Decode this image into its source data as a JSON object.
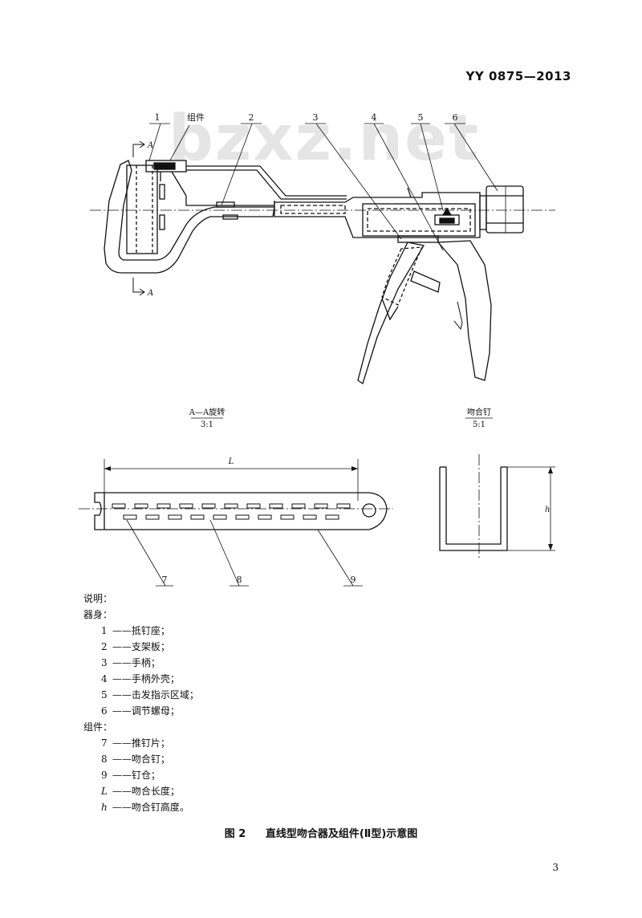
{
  "header": {
    "standard_code": "YY 0875—2013"
  },
  "watermark": "bzxz.net",
  "drawing": {
    "component_label": "组件",
    "callouts": [
      "1",
      "2",
      "3",
      "4",
      "5",
      "6",
      "7",
      "8",
      "9"
    ],
    "section_mark": "A",
    "section_view": {
      "title": "A—A旋转",
      "scale": "3:1"
    },
    "staple_view": {
      "title": "吻合钉",
      "scale": "5:1"
    },
    "dim_length": "L",
    "dim_height": "h"
  },
  "legend": {
    "title": "说明：",
    "groups": [
      {
        "heading": "器身：",
        "items": [
          {
            "num": "1",
            "text": "——抵钉座；"
          },
          {
            "num": "2",
            "text": "——支架板；"
          },
          {
            "num": "3",
            "text": "——手柄；"
          },
          {
            "num": "4",
            "text": "——手柄外壳；"
          },
          {
            "num": "5",
            "text": "——击发指示区域；"
          },
          {
            "num": "6",
            "text": "——调节螺母；"
          }
        ]
      },
      {
        "heading": "组件：",
        "items": [
          {
            "num": "7",
            "text": "——推钉片；"
          },
          {
            "num": "8",
            "text": "——吻合钉；"
          },
          {
            "num": "9",
            "text": "——钉仓；"
          },
          {
            "num": "L",
            "text": "——吻合长度；"
          },
          {
            "num": "h",
            "text": "——吻合钉高度。"
          }
        ]
      }
    ]
  },
  "caption": {
    "figure_number": "图 2",
    "title": "直线型吻合器及组件(Ⅱ型)示意图"
  },
  "page_number": "3"
}
